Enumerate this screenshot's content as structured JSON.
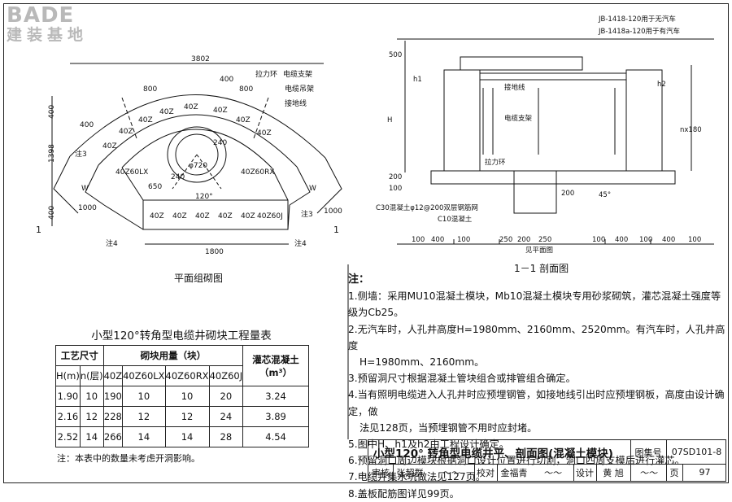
{
  "logo": {
    "brand": "BADE",
    "sub": "建装基地"
  },
  "plan": {
    "title": "平面组砌图",
    "dims": {
      "top": "3802",
      "bottom": "1800",
      "left_total": "1398",
      "left_400a": "400",
      "left_400b": "400",
      "w800a": "800",
      "w800b": "800",
      "w400a": "400",
      "w400b": "400",
      "r1000a": "1000",
      "r1000b": "1000",
      "d650": "650",
      "phi720": "φ720",
      "d240": "240",
      "d240b": "240",
      "ang120": "120°",
      "W": "W"
    },
    "labels": {
      "lagan": "拉力环",
      "cable_bracket": "电缆支架",
      "cable_hanger": "电缆吊架",
      "ground": "接地线",
      "note3a": "注3",
      "note3b": "注3",
      "note4a": "注4",
      "note4b": "注4",
      "one_a": "1",
      "one_b": "1"
    },
    "blocks_arc": [
      "40Z",
      "40Z",
      "40Z",
      "40Z",
      "40Z",
      "40Z",
      "40Z",
      "40Z"
    ],
    "blocks_bottom": [
      "40Z",
      "40Z",
      "40Z",
      "40Z",
      "40Z",
      "40Z60J"
    ],
    "blocks_left": "40Z60LX",
    "blocks_right": "40Z60RX"
  },
  "section": {
    "title": "1－1 剖面图",
    "jb1": "JB-1418-120用于无汽车",
    "jb2": "JB-1418a-120用于有汽车",
    "labels": {
      "ground": "接地线",
      "bracket": "电缆支架",
      "lagan": "拉力环",
      "c30": "C30混凝土φ12@200双层钢筋网",
      "c10": "C10混凝土",
      "angle": "45°",
      "well": "见平面图",
      "H": "H",
      "h1": "h1",
      "h2": "h2",
      "n180": "nx180",
      "d500": "500",
      "d200a": "200",
      "d100": "100"
    },
    "bottom_dims": [
      "100",
      "400",
      "100",
      "250",
      "200",
      "250",
      "100",
      "400",
      "100",
      "400",
      "100"
    ],
    "d200b": "200"
  },
  "notes": {
    "head": "注：",
    "lines": [
      "1.侧墙：采用MU10混凝土模块，Mb10混凝土模块专用砂浆砌筑，灌芯混凝土强度等级为Cb25。",
      "2.无汽车时，人孔井高度H=1980mm、2160mm、2520mm。有汽车时，人孔井高度",
      "H=1980mm、2160mm。",
      "3.预留洞尺寸根据混凝土管块组合或排管组合确定。",
      "4.当有照明电缆进入人孔井时应预埋钢管，如接地线引出时应预埋钢板，高度由设计确定，做",
      "法见128页，当预埋钢管不用时应封堵。",
      "5.图中H、h1及h2由工程设计确定。",
      "6.预留洞口周边模块根据洞口设计位置进行切割，洞口四周支模后进行灌芯。",
      "7.电缆井集水坑做法见127页。",
      "8.盖板配筋图详见99页。"
    ]
  },
  "table": {
    "title": "小型120°转角型电缆井砌块工程量表",
    "h_craft": "工艺尺寸",
    "h_blocks": "砌块用量（块）",
    "h_conc": "灌芯混凝土（m³）",
    "cols": [
      "H(m)",
      "n(层)",
      "40Z",
      "40Z60LX",
      "40Z60RX",
      "40Z60J"
    ],
    "rows": [
      [
        "1.90",
        "10",
        "190",
        "10",
        "10",
        "20",
        "3.24"
      ],
      [
        "2.16",
        "12",
        "228",
        "12",
        "12",
        "24",
        "3.89"
      ],
      [
        "2.52",
        "14",
        "266",
        "14",
        "14",
        "28",
        "4.54"
      ]
    ],
    "note": "注：本表中的数量未考虑开洞影响。"
  },
  "titleblock": {
    "title": "小型120° 转角型电缆井平、剖面图(混凝土模块)",
    "atlas_label": "图集号",
    "atlas_no": "07SD101-8",
    "review": "审核",
    "reviewer": "张超群",
    "check": "校对",
    "checker": "金福青",
    "design": "设计",
    "designer": "黄 旭",
    "page_label": "页",
    "page_no": "97"
  }
}
